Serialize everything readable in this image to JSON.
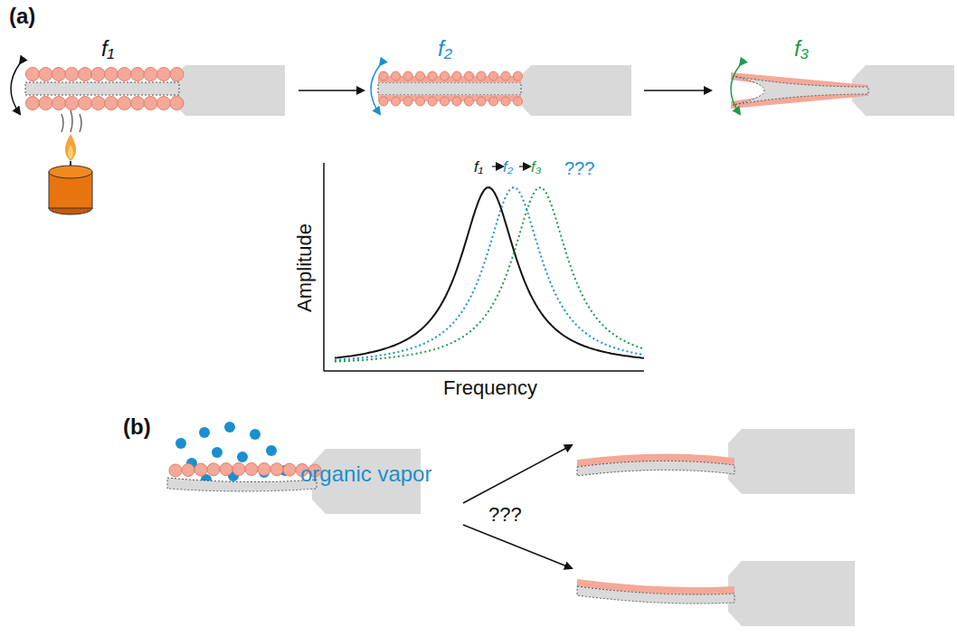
{
  "diagram": {
    "labels": [
      "(a)",
      "f₁",
      "f₂",
      "f₃",
      "f₁",
      "f₂",
      "f₃",
      "???",
      "Amplitude",
      "Frequency",
      "(b)",
      "organic vapor",
      "???"
    ]
  }
}
